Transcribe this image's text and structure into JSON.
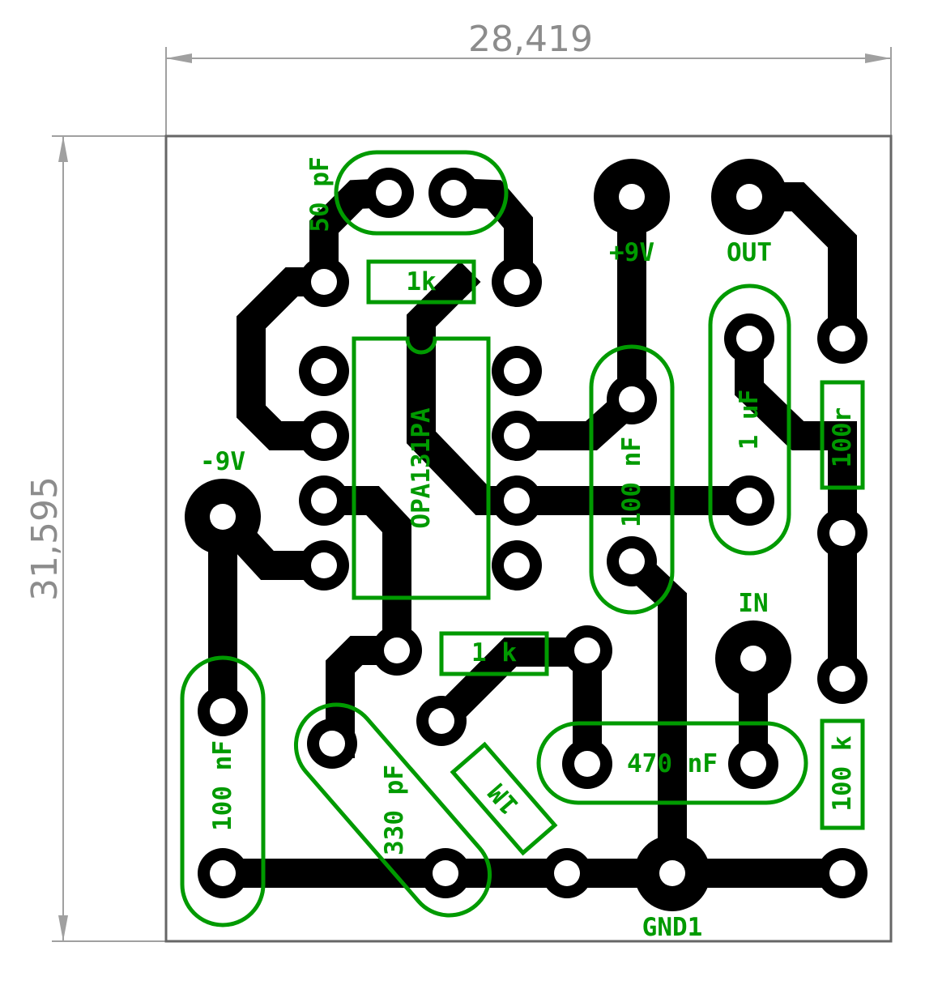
{
  "dimensions": {
    "width": "28,419",
    "height": "31,595"
  },
  "labels": {
    "c_50pf": "50 pF",
    "r_1k_top": "1k",
    "ic": "OPA131PA",
    "vplus": "+9V",
    "out": "OUT",
    "c_100nf_right": "100 nF",
    "c_1uf": "1 uF",
    "r_100r": "100r",
    "vminus": "-9V",
    "r_1k_bottom": "1 k",
    "in": "IN",
    "c_100nf_left": "100 nF",
    "c_330pf": "330 pF",
    "r_1m": "1M",
    "c_470nf": "470 nF",
    "r_100k": "100 k",
    "gnd": "GND1"
  },
  "colors": {
    "silkscreen": "#009a00",
    "copper": "#000000",
    "outline": "#666666",
    "dimension": "#8c8c8c"
  }
}
